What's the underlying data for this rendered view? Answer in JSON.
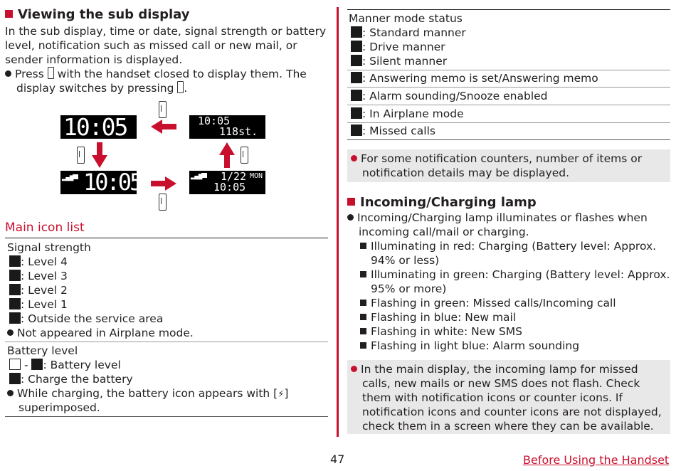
{
  "left": {
    "section_title": "Viewing the sub display",
    "intro": [
      "In the sub display, time or date, signal strength or battery",
      "level, notification such as missed call or new mail, or",
      "sender information is displayed."
    ],
    "press_line1_pre": "Press",
    "press_line1_post": "with the handset closed to display them. The",
    "press_line2_pre": "display switches by pressing",
    "press_line2_post": ".",
    "screens": {
      "top_left_time": "10:05",
      "top_right_time": "10:05",
      "top_right_steps": "118st.",
      "bottom_left_time": "10:05",
      "bottom_right_date": "1/22",
      "bottom_right_day": "MON",
      "bottom_right_time": "10:05"
    },
    "main_icon_list_title": "Main icon list",
    "signal": {
      "heading": "Signal strength",
      "items": [
        ": Level 4",
        ": Level 3",
        ": Level 2",
        ": Level 1",
        ": Outside the service area"
      ],
      "note": "Not appeared in Airplane mode."
    },
    "battery": {
      "heading": "Battery level",
      "range_sep": "-",
      "level_label": ": Battery level",
      "charge_label": ": Charge the battery",
      "note_line1_pre": "While charging, the battery icon appears with [",
      "note_line1_post": "]",
      "note_line2": "superimposed."
    }
  },
  "right": {
    "manner": {
      "heading": "Manner mode status",
      "items": [
        ": Standard manner",
        ": Drive manner",
        ": Silent manner"
      ]
    },
    "rows": [
      ": Answering memo is set/Answering memo",
      ": Alarm sounding/Snooze enabled",
      ": In Airplane mode",
      ": Missed calls"
    ],
    "note1": [
      "For some notification counters, number of items or",
      "notification details may be displayed."
    ],
    "lamp_title": "Incoming/Charging lamp",
    "lamp_intro": [
      "Incoming/Charging lamp illuminates or flashes when",
      "incoming call/mail or charging."
    ],
    "lamp_items": [
      [
        "Illuminating in red: Charging (Battery level: Approx.",
        "94% or less)"
      ],
      [
        "Illuminating in green: Charging (Battery level: Approx.",
        "95% or more)"
      ],
      [
        "Flashing in green: Missed calls/Incoming call"
      ],
      [
        "Flashing in blue: New mail"
      ],
      [
        "Flashing in white: New SMS"
      ],
      [
        "Flashing in light blue: Alarm sounding"
      ]
    ],
    "note2": [
      "In the main display, the incoming lamp for missed",
      "calls, new mails or new SMS does not flash. Check",
      "them with notification icons or counter icons. If",
      "notification icons and counter icons are not displayed,",
      "check them in a screen where they can be available."
    ]
  },
  "footer": {
    "page_number": "47",
    "chapter_link": "Before Using the Handset"
  },
  "colors": {
    "accent": "#c8102e",
    "note_bg": "#e8e8e8",
    "lcd": "#000000"
  }
}
